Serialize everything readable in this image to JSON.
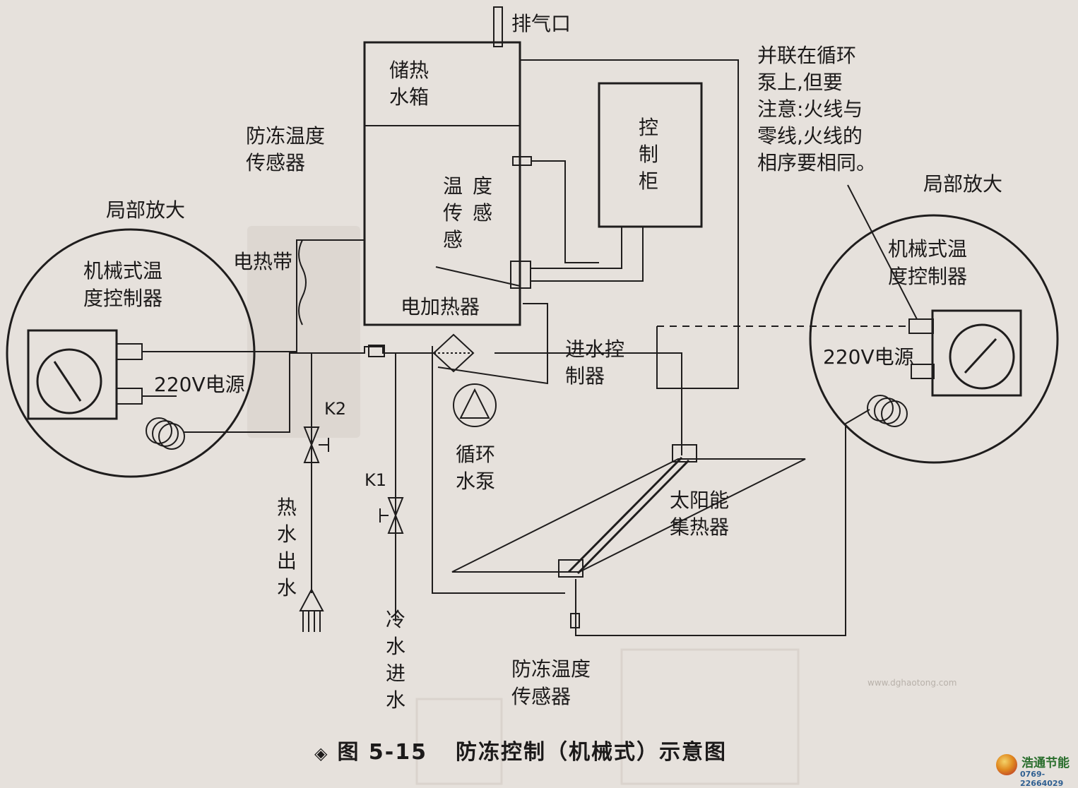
{
  "labels": {
    "vent": "排气口",
    "tank_l1": "储热",
    "tank_l2": "水箱",
    "antifreeze_top_l1": "防冻温度",
    "antifreeze_top_l2": "传感器",
    "partial_left": "局部放大",
    "partial_right": "局部放大",
    "heating_tape": "电热带",
    "mech_l1": "机械式温",
    "mech_l2": "度控制器",
    "power": "220V电源",
    "temp_sensor_a": "温",
    "temp_sensor_b": "传",
    "temp_sensor_c": "感",
    "temp_sensor_d": "度",
    "temp_sensor_e": "感",
    "cabinet_a": "控",
    "cabinet_b": "制",
    "cabinet_c": "柜",
    "heater": "电加热器",
    "inlet_ctrl_l1": "进水控",
    "inlet_ctrl_l2": "制器",
    "pump_l1": "循环",
    "pump_l2": "水泵",
    "collector_l1": "太阳能",
    "collector_l2": "集热器",
    "valve_k2": "K2",
    "valve_k1": "K1",
    "hot_out_1": "热",
    "hot_out_2": "水",
    "hot_out_3": "出",
    "hot_out_4": "水",
    "cold_in_1": "冷",
    "cold_in_2": "水",
    "cold_in_3": "进",
    "cold_in_4": "水",
    "antifreeze_bottom_l1": "防冻温度",
    "antifreeze_bottom_l2": "传感器",
    "note_l1": "并联在循环",
    "note_l2": "泵上,但要",
    "note_l3": "注意:火线与",
    "note_l4": "零线,火线的",
    "note_l5": "相序要相同。"
  },
  "caption": {
    "marker": "◈",
    "number": "图 5-15",
    "title": "防冻控制（机械式）示意图"
  },
  "watermark": "www.dghaotong.com",
  "logo": {
    "brand": "浩通节能",
    "phone": "0769-22664029"
  }
}
